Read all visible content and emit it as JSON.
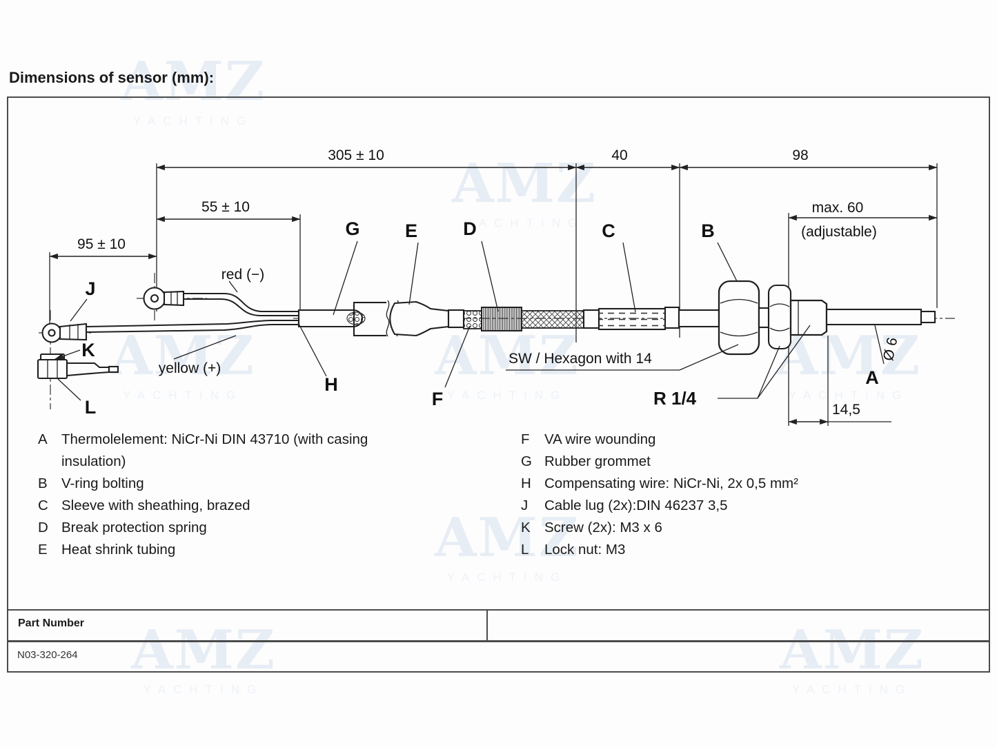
{
  "title": "Dimensions of sensor (mm):",
  "watermark": {
    "brand": "AMZ",
    "sub": "YACHTING"
  },
  "diagram": {
    "dims": {
      "d305": "305 ± 10",
      "d40": "40",
      "d98": "98",
      "d55": "55 ± 10",
      "d95": "95 ± 10",
      "max60": "max. 60",
      "adjustable": "(adjustable)",
      "d145": "14,5",
      "dia6": "Ø 6"
    },
    "notes": {
      "red_wire": "red (−)",
      "yellow_wire": "yellow (+)",
      "hexagon": "SW / Hexagon with 14",
      "thread": "R 1/4"
    },
    "labels": {
      "a": "A",
      "b": "B",
      "c": "C",
      "d": "D",
      "e": "E",
      "f": "F",
      "g": "G",
      "h": "H",
      "j": "J",
      "k": "K",
      "l": "L"
    }
  },
  "legend": {
    "left": [
      {
        "key": "A",
        "text": "Thermolelement: NiCr-Ni DIN 43710 (with casing insulation)"
      },
      {
        "key": "B",
        "text": "V-ring bolting"
      },
      {
        "key": "C",
        "text": "Sleeve with sheathing, brazed"
      },
      {
        "key": "D",
        "text": "Break protection spring"
      },
      {
        "key": "E",
        "text": "Heat shrink tubing"
      }
    ],
    "right": [
      {
        "key": "F",
        "text": "VA wire wounding"
      },
      {
        "key": "G",
        "text": "Rubber grommet"
      },
      {
        "key": "H",
        "text": "Compensating wire: NiCr-Ni, 2x 0,5 mm²"
      },
      {
        "key": "J",
        "text": "Cable lug (2x):DIN 46237 3,5"
      },
      {
        "key": "K",
        "text": "Screw (2x): M3 x 6"
      },
      {
        "key": "L",
        "text": "Lock nut: M3"
      }
    ]
  },
  "table": {
    "header": "Part Number",
    "part_number": "N03-320-264"
  }
}
